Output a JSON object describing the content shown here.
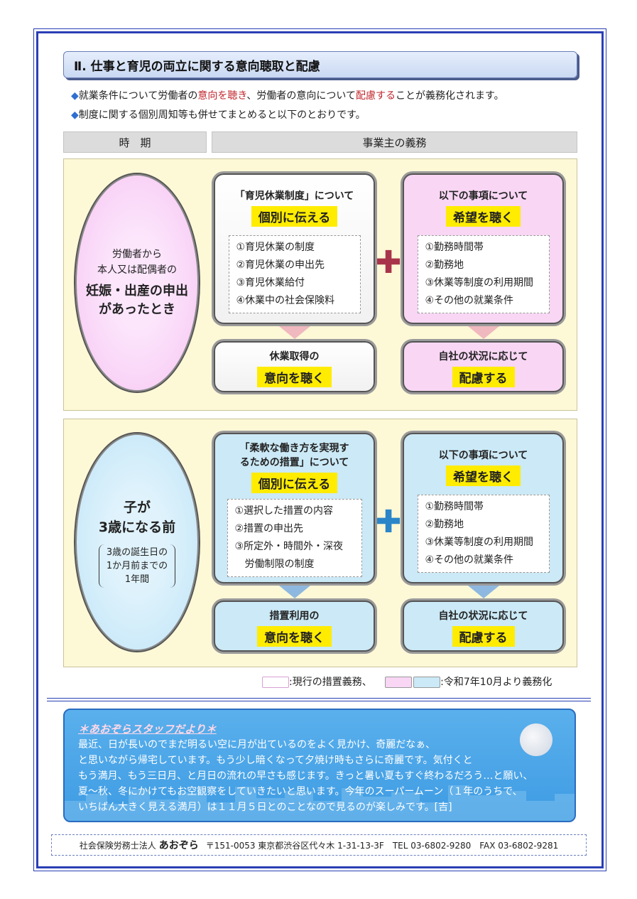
{
  "title": "Ⅱ. 仕事と育児の両立に関する意向聴取と配慮",
  "intro": [
    {
      "parts": [
        "就業条件について労働者の",
        "意向を聴き",
        "、労働者の意向について",
        "配慮する",
        "ことが義務化されます。"
      ]
    },
    {
      "text": "制度に関する個別周知等も併せてまとめると以下のとおりです。"
    }
  ],
  "table_header": {
    "left": "時　期",
    "right": "事業主の義務"
  },
  "section1": {
    "oval_lines": [
      "労働者から",
      "本人又は配偶者の"
    ],
    "oval_bold": [
      "妊娠・出産の申出",
      "があったとき"
    ],
    "box_a": {
      "title": "「育児休業制度」について",
      "highlight": "個別に伝える",
      "items": [
        "①育児休業の制度",
        "②育児休業の申出先",
        "③育児休業給付",
        "④休業中の社会保険料"
      ]
    },
    "plus": "✚",
    "box_b": {
      "title": "以下の事項について",
      "highlight": "希望を聴く",
      "items": [
        "①勤務時間帯",
        "②勤務地",
        "③休業等制度の利用期間",
        "④その他の就業条件"
      ]
    },
    "box_c": {
      "title": "休業取得の",
      "highlight": "意向を聴く"
    },
    "box_d": {
      "title": "自社の状況に応じて",
      "highlight": "配慮する"
    }
  },
  "section2": {
    "oval_bold": [
      "子が",
      "3歳になる前"
    ],
    "oval_note": [
      "3歳の誕生日の",
      "1か月前までの",
      "1年間"
    ],
    "box_a": {
      "title_lines": [
        "「柔軟な働き方を実現す",
        "るための措置」について"
      ],
      "highlight": "個別に伝える",
      "items": [
        "①選択した措置の内容",
        "②措置の申出先",
        "③所定外・時間外・深夜",
        "　労働制限の制度"
      ]
    },
    "plus": "✚",
    "box_b": {
      "title": "以下の事項について",
      "highlight": "希望を聴く",
      "items": [
        "①勤務時間帯",
        "②勤務地",
        "③休業等制度の利用期間",
        "④その他の就業条件"
      ]
    },
    "box_c": {
      "title": "措置利用の",
      "highlight": "意向を聴く"
    },
    "box_d": {
      "title": "自社の状況に応じて",
      "highlight": "配慮する"
    }
  },
  "legend": {
    "current": ":現行の措置義務、",
    "new": ":令和7年10月より義務化"
  },
  "news": {
    "title": "＊あおぞらスタッフだより＊",
    "body": "最近、日が長いのでまだ明るい空に月が出ているのをよく見かけ、奇麗だなぁ、\nと思いながら帰宅しています。もう少し暗くなって夕焼け時もさらに奇麗です。気付くと\nもう満月、もう三日月、と月日の流れの早さも感じます。きっと暑い夏もすぐ終わるだろう…と願い、\n夏〜秋、冬にかけてもお空観察をしていきたいと思います。今年のスーパームーン（１年のうちで、\nいちばん大きく見える満月）は１１月５日とのことなので見るのが楽しみです。[吉]"
  },
  "footer": {
    "org": "社会保険労務士法人",
    "name": "あおぞら",
    "address": "〒151-0053 東京都渋谷区代々木 1-31-13-3F　TEL 03-6802-9280　FAX 03-6802-9281"
  },
  "colors": {
    "frame": "#2a3fb5",
    "pink": "#f8d6f4",
    "blue": "#cbe9f6",
    "highlight": "#ffec00",
    "plus_pink": "#a8344a",
    "plus_blue": "#2a86c8"
  }
}
